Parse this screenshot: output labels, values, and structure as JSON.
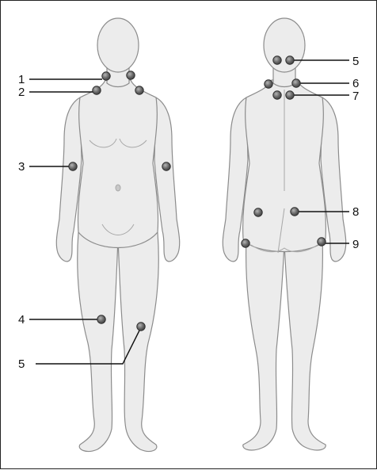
{
  "colors": {
    "body_fill": "#ececec",
    "body_stroke": "#8c8c8c",
    "point_fill": "#6a6a6a",
    "point_stroke": "#2f2f2f",
    "leader_line": "#111111"
  },
  "front_figure": {
    "labels": [
      {
        "id": "f1",
        "text": "1"
      },
      {
        "id": "f2",
        "text": "2"
      },
      {
        "id": "f3",
        "text": "3"
      },
      {
        "id": "f4",
        "text": "4"
      },
      {
        "id": "f5",
        "text": "5"
      }
    ]
  },
  "back_figure": {
    "labels": [
      {
        "id": "b5",
        "text": "5"
      },
      {
        "id": "b6",
        "text": "6"
      },
      {
        "id": "b7",
        "text": "7"
      },
      {
        "id": "b8",
        "text": "8"
      },
      {
        "id": "b9",
        "text": "9"
      }
    ]
  },
  "icons": {
    "tender_point": "circle"
  }
}
